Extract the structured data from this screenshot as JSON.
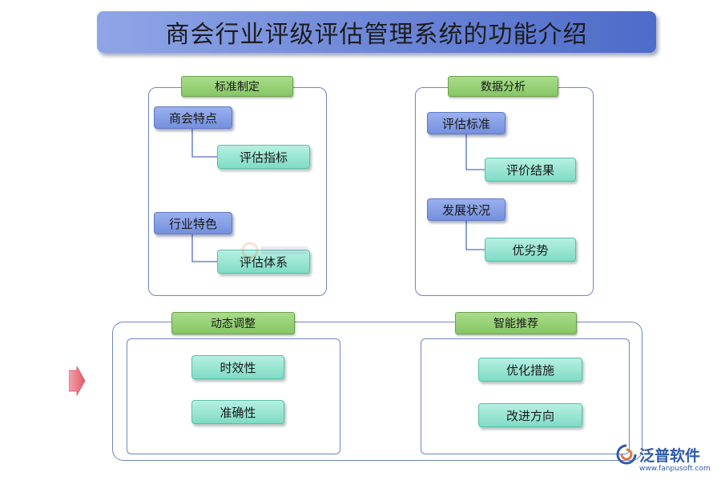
{
  "title": "商会行业评级评估管理系统的功能介绍",
  "sections": {
    "standard": {
      "header": "标准制定",
      "groups": [
        {
          "parent": "商会特点",
          "child": "评估指标"
        },
        {
          "parent": "行业特色",
          "child": "评估体系"
        }
      ]
    },
    "analysis": {
      "header": "数据分析",
      "groups": [
        {
          "parent": "评估标准",
          "child": "评价结果"
        },
        {
          "parent": "发展状况",
          "child": "优劣势"
        }
      ]
    },
    "dynamic": {
      "header": "动态调整",
      "items": [
        "时效性",
        "准确性"
      ]
    },
    "smart": {
      "header": "智能推荐",
      "items": [
        "优化措施",
        "改进方向"
      ]
    }
  },
  "logo": {
    "name": "泛普软件",
    "url": "www.fanpusoft.com"
  },
  "colors": {
    "title_gradient_start": "#8fa6e6",
    "title_gradient_end": "#4d6bc9",
    "panel_border": "#6f86c6",
    "header_green": "#94d072",
    "blue_box": "#7f99e3",
    "teal_box": "#94e4d2",
    "arrow_red": "#e8707d",
    "logo_blue": "#2f5aa8"
  }
}
